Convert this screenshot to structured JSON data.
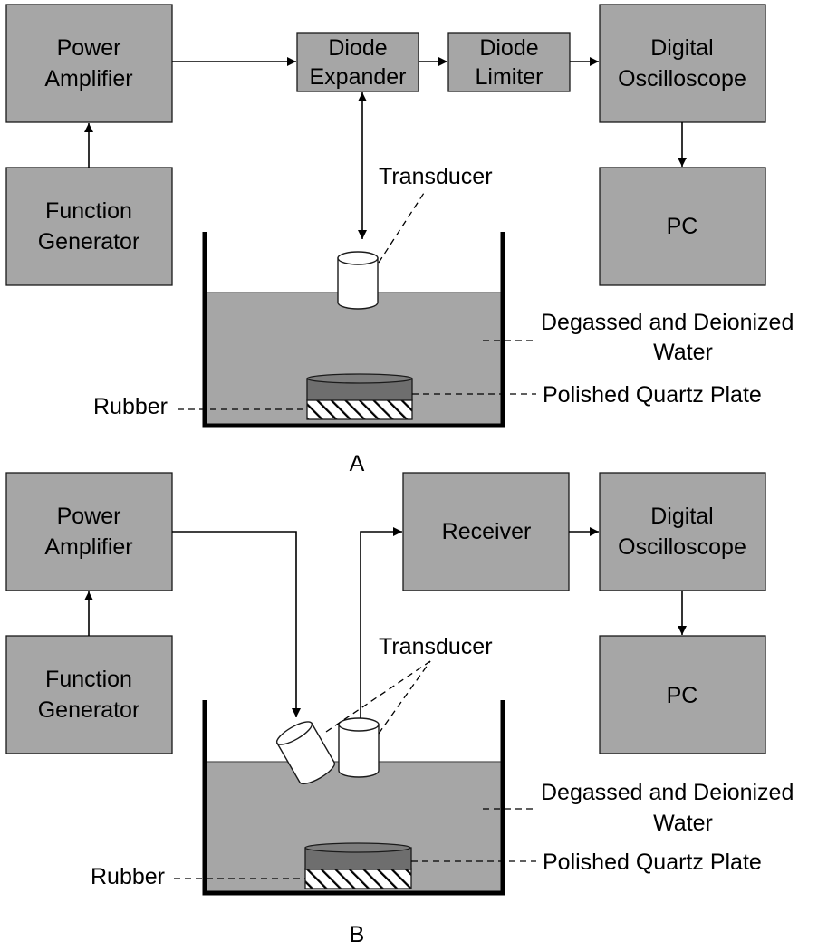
{
  "panel_a": {
    "caption": "A",
    "power_amplifier": [
      "Power",
      "Amplifier"
    ],
    "function_generator": [
      "Function",
      "Generator"
    ],
    "diode_expander": [
      "Diode",
      "Expander"
    ],
    "diode_limiter": [
      "Diode",
      "Limiter"
    ],
    "digital_oscilloscope": [
      "Digital",
      "Oscilloscope"
    ],
    "pc": "PC",
    "transducer": "Transducer",
    "water": [
      "Degassed and Deionized",
      "Water"
    ],
    "quartz": "Polished Quartz Plate",
    "rubber": "Rubber"
  },
  "panel_b": {
    "caption": "B",
    "power_amplifier": [
      "Power",
      "Amplifier"
    ],
    "function_generator": [
      "Function",
      "Generator"
    ],
    "receiver": "Receiver",
    "digital_oscilloscope": [
      "Digital",
      "Oscilloscope"
    ],
    "pc": "PC",
    "transducer": "Transducer",
    "water": [
      "Degassed and Deionized",
      "Water"
    ],
    "quartz": "Polished Quartz Plate",
    "rubber": "Rubber"
  }
}
